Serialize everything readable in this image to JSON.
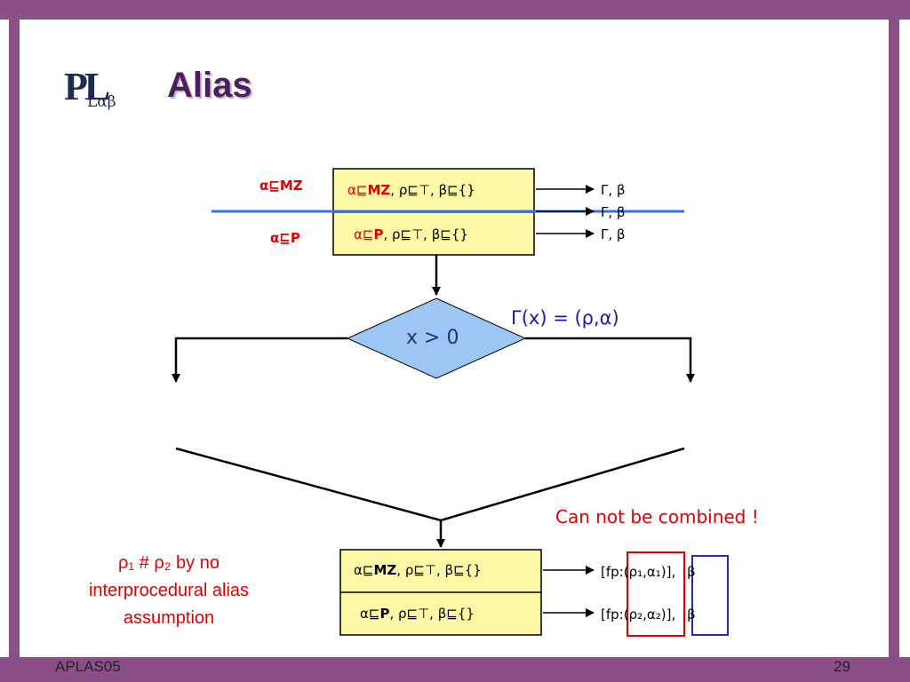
{
  "logo": {
    "main": "PL",
    "sub": "Lαβ"
  },
  "title": "Alias",
  "top_box": {
    "side_label_upper": "α⊑MZ",
    "side_label_lower": "α⊑P",
    "row1": {
      "alpha_prefix": "α⊑",
      "alpha_val": "MZ",
      "rest": ", ρ⊑⊤, β⊑{}"
    },
    "row2": {
      "alpha_prefix": "α⊑",
      "alpha_val": "P",
      "rest": ", ρ⊑⊤, β⊑{}"
    },
    "outputs": [
      "Γ, β",
      "Γ, β",
      "Γ, β"
    ]
  },
  "decision": {
    "text": "x > 0",
    "annotation": "Γ(x) = (ρ,α)"
  },
  "combine_note": "Can not be combined !",
  "left_note": {
    "line1": "ρ₁ # ρ₂ by no",
    "line2": "interprocedural alias",
    "line3": "assumption"
  },
  "bottom_box": {
    "row1": {
      "alpha_prefix": "α⊑",
      "alpha_val": "MZ",
      "rest": ", ρ⊑⊤, β⊑{}"
    },
    "row2": {
      "alpha_prefix": "α⊑",
      "alpha_val": "P",
      "rest": ", ρ⊑⊤, β⊑{}"
    },
    "output1": {
      "prefix": "[fp:",
      "pair": "(ρ₁,α₁)",
      "suffix": "],",
      "beta": "β"
    },
    "output2": {
      "prefix": "[fp:",
      "pair": "(ρ₂,α₂)",
      "suffix": "],",
      "beta": "β"
    }
  },
  "footer": {
    "left": "APLAS05",
    "right": "29"
  },
  "colors": {
    "frame": "#8b4f87",
    "box_fill": "#fdf8a6",
    "diamond_fill": "#9cc7f5",
    "blue_line": "#3b6fe0",
    "highlight_red": "#e00000",
    "highlight_blue": "#2a2ab8"
  }
}
